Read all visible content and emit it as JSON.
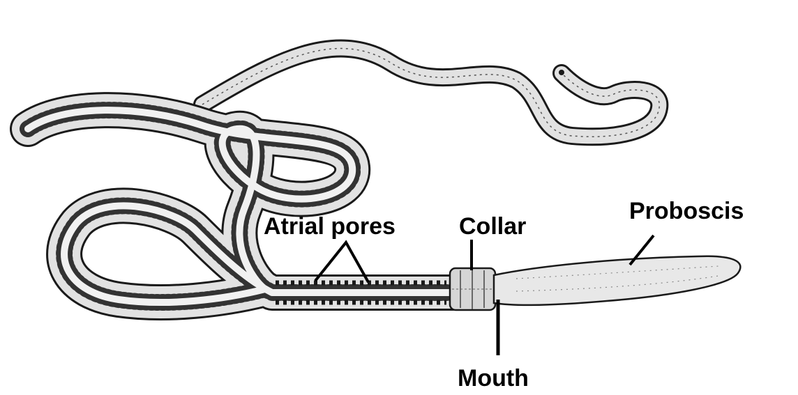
{
  "labels": {
    "atrial_pores": "Atrial pores",
    "collar": "Collar",
    "proboscis": "Proboscis",
    "mouth": "Mouth"
  },
  "colors": {
    "ink": "#1a1a1a",
    "body_fill": "#e2e2e2",
    "proboscis_fill": "#e8e8e8",
    "background": "#ffffff"
  }
}
